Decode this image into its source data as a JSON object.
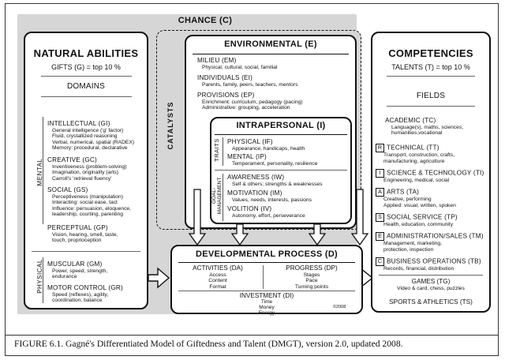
{
  "chance": "CHANCE (C)",
  "catalysts": "CATALYSTS",
  "natural": {
    "title": "NATURAL ABILITIES",
    "subtitle": "GIFTS (G) = top 10 %",
    "domains": "DOMAINS",
    "mental_label": "MENTAL",
    "physical_label": "PHYSICAL",
    "items": [
      {
        "name": "INTELLECTUAL (GI)",
        "lines": [
          "General intelligence ('g' factor)",
          "Fluid, crystallized reasoning",
          "Verbal, numerical, spatial (RADEX)",
          "Memory: procedural, declarative"
        ]
      },
      {
        "name": "CREATIVE (GC)",
        "lines": [
          "Inventiveness (problem-solving)",
          "Imagination, originality (arts)",
          "Carroll's 'retrieval fluency'"
        ]
      },
      {
        "name": "SOCIAL (GS)",
        "lines": [
          "Perceptiveness (manipulation)",
          "Interacting: social ease, tact",
          "Influence: persuasion, eloquence,",
          "leadership, courting, parenting"
        ]
      },
      {
        "name": "PERCEPTUAL (GP)",
        "lines": [
          "Vision, hearing, smell, taste,",
          "touch, proprioception"
        ]
      }
    ],
    "physical_items": [
      {
        "name": "MUSCULAR (GM)",
        "lines": [
          "Power, speed, strength,",
          "endurance"
        ]
      },
      {
        "name": "MOTOR CONTROL (GR)",
        "lines": [
          "Speed (reflexes), agility,",
          "coordination, balance"
        ]
      }
    ]
  },
  "environmental": {
    "title": "ENVIRONMENTAL (E)",
    "items": [
      {
        "name": "MILIEU (EM)",
        "lines": [
          "Physical, cultural, social, familial"
        ]
      },
      {
        "name": "INDIVIDUALS (EI)",
        "lines": [
          "Parents, family, peers, teachers, mentors"
        ]
      },
      {
        "name": "PROVISIONS (EP)",
        "lines": [
          "Enrichment: curriculum, pedagogy (pacing)",
          "Administrative: grouping, acceleration"
        ]
      }
    ]
  },
  "intrapersonal": {
    "title": "INTRAPERSONAL (I)",
    "traits_label": "TRAITS",
    "goal_label_1": "GOAL-",
    "goal_label_2": "MANAGEMENT",
    "traits": [
      {
        "name": "PHYSICAL (IF)",
        "lines": [
          "Appearance, handicaps, health"
        ]
      },
      {
        "name": "MENTAL (IP)",
        "lines": [
          "Temperament, personality, resilience"
        ]
      }
    ],
    "goals": [
      {
        "name": "AWARENESS (IW)",
        "lines": [
          "Self & others; strengths & weaknesses"
        ]
      },
      {
        "name": "MOTIVATION (IM)",
        "lines": [
          "Values, needs, interests, passions"
        ]
      },
      {
        "name": "VOLITION (IV)",
        "lines": [
          "Autonomy, effort, perseverance"
        ]
      }
    ]
  },
  "developmental": {
    "title": "DEVELOPMENTAL PROCESS (D)",
    "activities": {
      "name": "ACTIVITIES (DA)",
      "lines": [
        "Access",
        "Content",
        "Format"
      ]
    },
    "progress": {
      "name": "PROGRESS (DP)",
      "lines": [
        "Stages",
        "Pace",
        "Turning points"
      ]
    },
    "investment": {
      "name": "INVESTMENT (DI)",
      "lines": [
        "Time",
        "Money",
        "Energy"
      ]
    },
    "copyright": "©2008"
  },
  "competencies": {
    "title": "COMPETENCIES",
    "subtitle": "TALENTS (T) = top 10 %",
    "fields_header": "FIELDS",
    "fields": [
      {
        "letter": "",
        "name": "ACADEMIC (TC)",
        "lines": [
          "Language(s), maths, sciences,",
          "humanities,vocational"
        ]
      },
      {
        "letter": "R",
        "name": "TECHNICAL (TT)",
        "lines": [
          "Transport, construction, crafts,",
          "manufacturing, agriculture"
        ]
      },
      {
        "letter": "I",
        "name": "SCIENCE & TECHNOLOGY (TI)",
        "lines": [
          "Engineering, medical, social"
        ]
      },
      {
        "letter": "A",
        "name": "ARTS (TA)",
        "lines": [
          "Creative, performing",
          "Applied: visual, written, spoken"
        ]
      },
      {
        "letter": "S",
        "name": "SOCIAL SERVICE (TP)",
        "lines": [
          "Health, education, community"
        ]
      },
      {
        "letter": "E",
        "name": "ADMINISTRATION/SALES (TM)",
        "lines": [
          "Management, marketing,",
          "protection, inspection"
        ]
      },
      {
        "letter": "C",
        "name": "BUSINESS OPERATIONS (TB)",
        "lines": [
          "Records, financial, distribution"
        ]
      }
    ],
    "games": {
      "name": "GAMES (TG)",
      "lines": [
        "Video & card, chess, puzzles"
      ]
    },
    "sports": "SPORTS & ATHLETICS (TS)"
  },
  "caption": "FIGURE 6.1. Gagné's Differentiated Model of Giftedness and Talent (DMGT), version 2.0, updated 2008."
}
